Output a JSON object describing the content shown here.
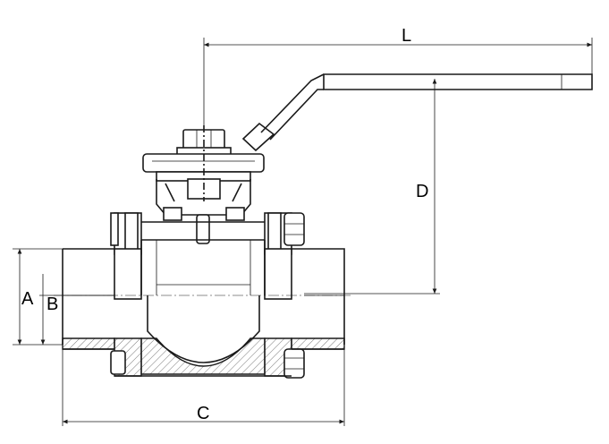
{
  "drawing": {
    "labels": {
      "L": "L",
      "D": "D",
      "A": "A",
      "B": "B",
      "C": "C"
    }
  }
}
